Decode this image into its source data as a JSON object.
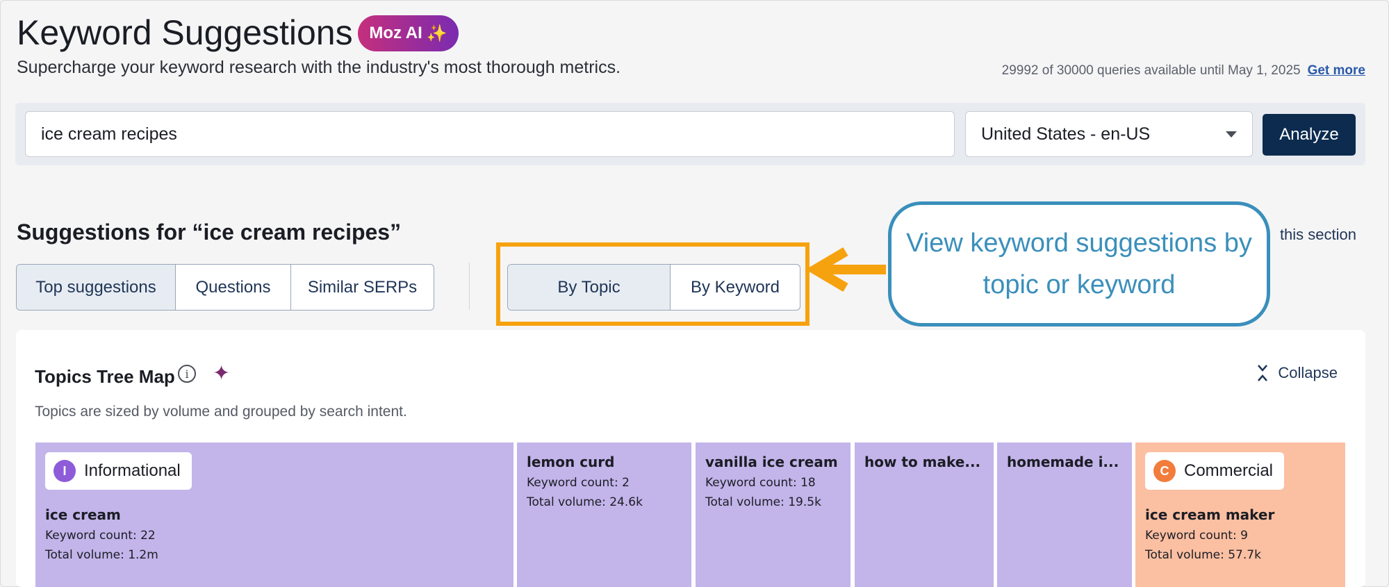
{
  "header": {
    "title": "Keyword Suggestions",
    "badge": "Moz AI",
    "subtitle": "Supercharge your keyword research with the industry's most thorough metrics.",
    "quota_text": "29992 of 30000 queries available until May 1, 2025",
    "get_more": "Get more"
  },
  "search": {
    "query": "ice cream recipes",
    "locale": "United States - en-US",
    "analyze_label": "Analyze"
  },
  "suggestions": {
    "title": "Suggestions for “ice cream recipes”",
    "section_link": "this section",
    "tabs": [
      {
        "label": "Top suggestions",
        "active": true
      },
      {
        "label": "Questions",
        "active": false
      },
      {
        "label": "Similar SERPs",
        "active": false
      }
    ],
    "views": [
      {
        "label": "By Topic",
        "active": true
      },
      {
        "label": "By Keyword",
        "active": false
      }
    ]
  },
  "callout": {
    "text": "View keyword suggestions by topic or keyword"
  },
  "treemap": {
    "title": "Topics Tree Map",
    "collapse_label": "Collapse",
    "description": "Topics are sized by volume and grouped by search intent.",
    "groups": [
      {
        "label": "Informational",
        "letter": "I",
        "color": "#8e5bd9"
      },
      {
        "label": "Commercial",
        "letter": "C",
        "color": "#f27c3c"
      }
    ],
    "tiles": [
      {
        "name": "ice cream",
        "count": "Keyword count: 22",
        "volume": "Total volume: 1.2m"
      },
      {
        "name": "lemon curd",
        "count": "Keyword count: 2",
        "volume": "Total volume: 24.6k"
      },
      {
        "name": "vanilla ice cream",
        "count": "Keyword count: 18",
        "volume": "Total volume: 19.5k"
      },
      {
        "name": "how to make..."
      },
      {
        "name": "homemade i..."
      },
      {
        "name": "ice cream maker",
        "count": "Keyword count: 9",
        "volume": "Total volume: 57.7k"
      }
    ]
  },
  "colors": {
    "primary_button": "#0c2b4f",
    "highlight": "#f6a20f",
    "callout": "#3a8fbb",
    "informational_tile": "#c3b4ea",
    "commercial_tile": "#fbbfa2"
  }
}
